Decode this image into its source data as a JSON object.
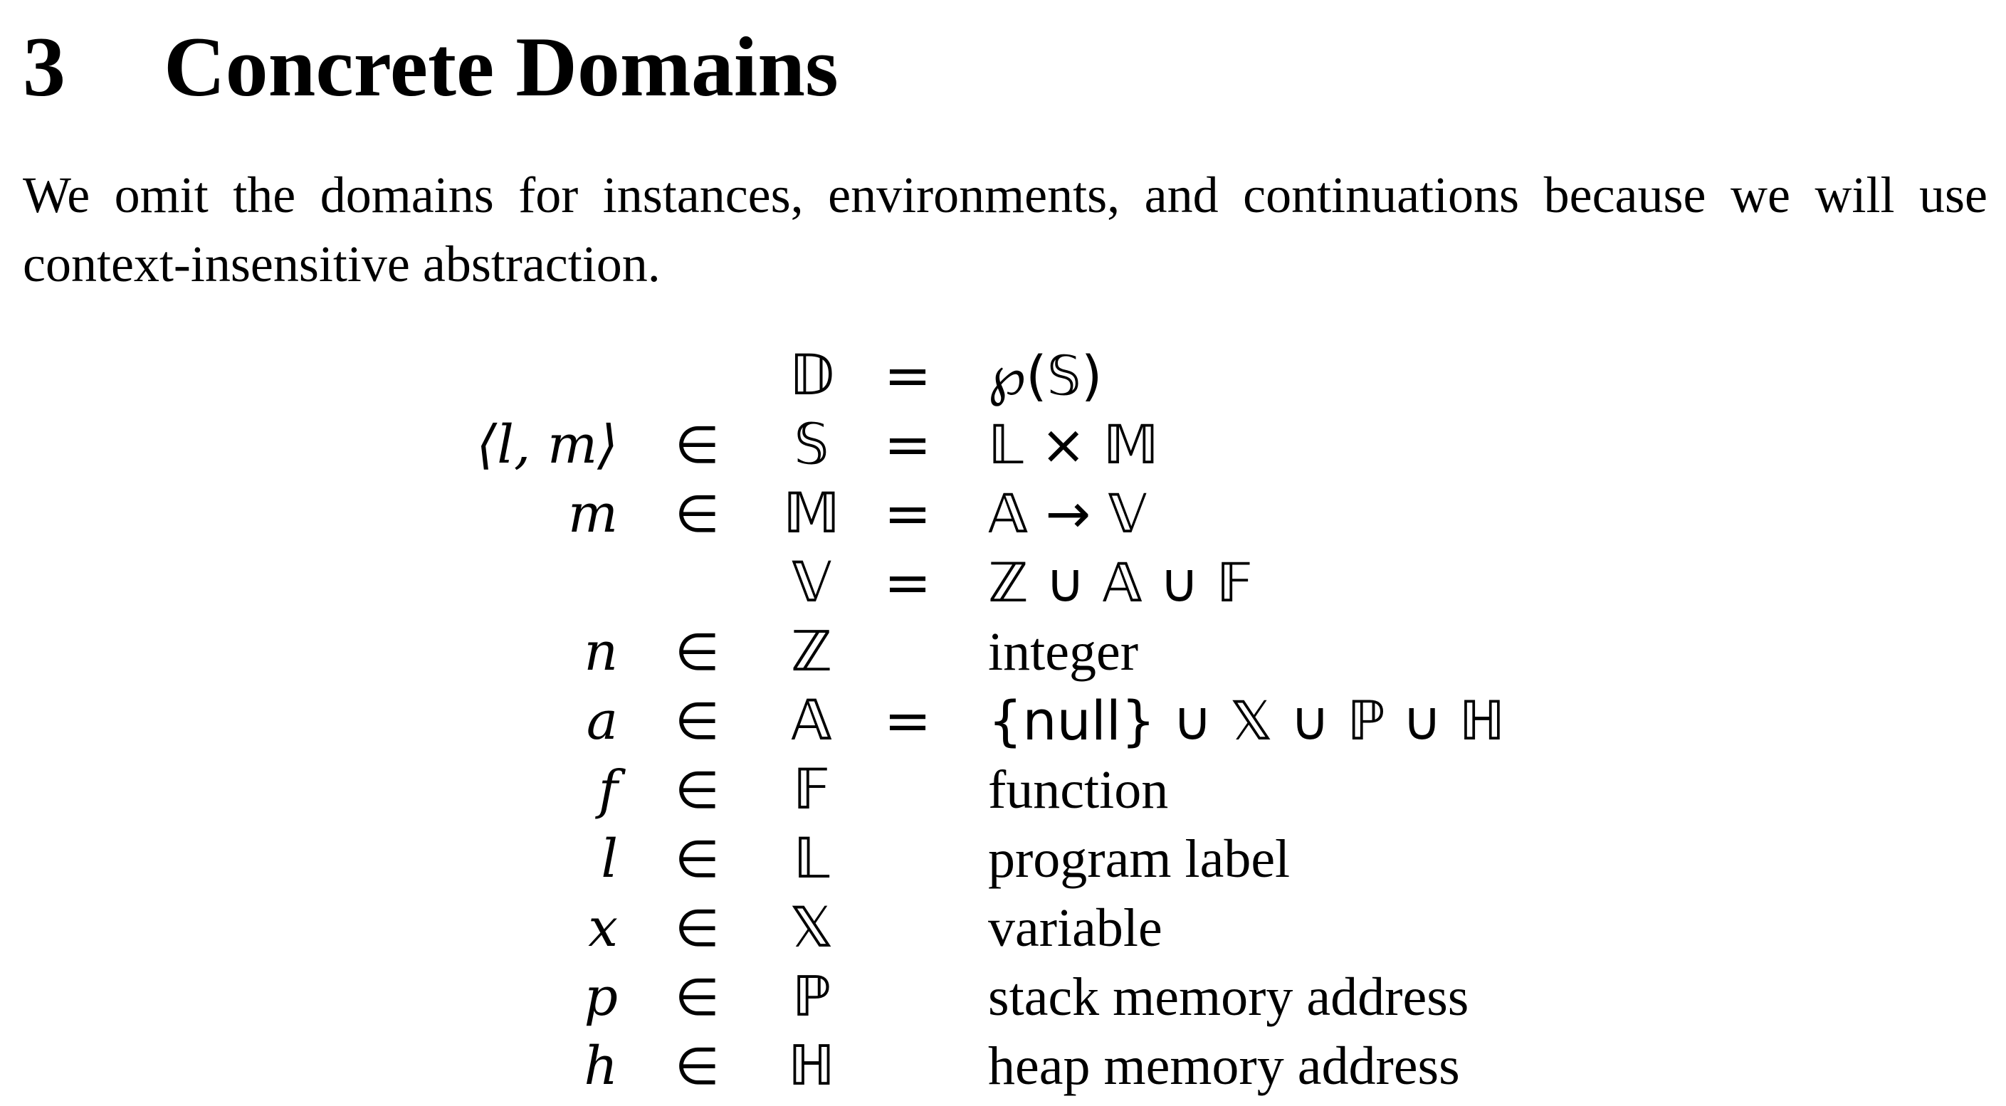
{
  "section": {
    "number": "3",
    "title": "Concrete Domains"
  },
  "intro_text": "We omit the domains for instances, environments, and continuations because we will use context-insensitive abstraction.",
  "domains": [
    {
      "var": "",
      "member": "",
      "set": "𝔻",
      "eq": "=",
      "definition": "℘(𝕊)"
    },
    {
      "var": "⟨l, m⟩",
      "member": "∈",
      "set": "𝕊",
      "eq": "=",
      "definition": "𝕃 × 𝕄"
    },
    {
      "var": "m",
      "member": "∈",
      "set": "𝕄",
      "eq": "=",
      "definition": "𝔸 → 𝕍"
    },
    {
      "var": "",
      "member": "",
      "set": "𝕍",
      "eq": "=",
      "definition": "ℤ ∪ 𝔸 ∪ 𝔽"
    },
    {
      "var": "n",
      "member": "∈",
      "set": "ℤ",
      "eq": "",
      "definition": "integer"
    },
    {
      "var": "a",
      "member": "∈",
      "set": "𝔸",
      "eq": "=",
      "definition": "{null} ∪ 𝕏 ∪ ℙ ∪ ℍ"
    },
    {
      "var": "f",
      "member": "∈",
      "set": "𝔽",
      "eq": "",
      "definition": "function"
    },
    {
      "var": "l",
      "member": "∈",
      "set": "𝕃",
      "eq": "",
      "definition": "program label"
    },
    {
      "var": "x",
      "member": "∈",
      "set": "𝕏",
      "eq": "",
      "definition": "variable"
    },
    {
      "var": "p",
      "member": "∈",
      "set": "ℙ",
      "eq": "",
      "definition": "stack memory address"
    },
    {
      "var": "h",
      "member": "∈",
      "set": "ℍ",
      "eq": "",
      "definition": "heap memory address"
    }
  ]
}
